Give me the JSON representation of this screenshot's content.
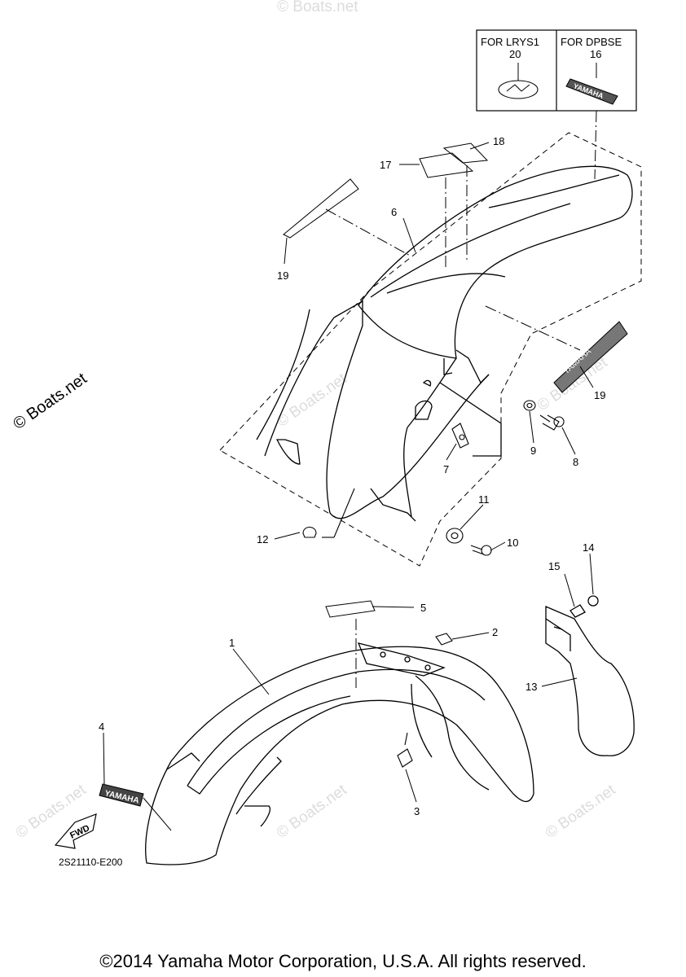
{
  "watermark": {
    "side_text": "© Boats.net",
    "faint_text": "© Boats.net"
  },
  "variant_box": {
    "left": {
      "title": "FOR LRYS1",
      "part": "20"
    },
    "right": {
      "title": "FOR DPBSE",
      "part": "16"
    }
  },
  "decal_text": {
    "front_fender": "YAMAHA",
    "rear_small": "YAMAHA",
    "side_band": "YAMAHA",
    "fwd_arrow": "FWD"
  },
  "part_labels": {
    "p1": "1",
    "p2": "2",
    "p3": "3",
    "p4": "4",
    "p5": "5",
    "p6": "6",
    "p7": "7",
    "p8": "8",
    "p9": "9",
    "p10": "10",
    "p11": "11",
    "p12": "12",
    "p13": "13",
    "p14": "14",
    "p15": "15",
    "p17": "17",
    "p18": "18",
    "p19a": "19",
    "p19b": "19"
  },
  "diagram_code": "2S21110-E200",
  "footer": {
    "copyright": "©2014 Yamaha Motor Corporation, U.S.A. All rights reserved."
  }
}
